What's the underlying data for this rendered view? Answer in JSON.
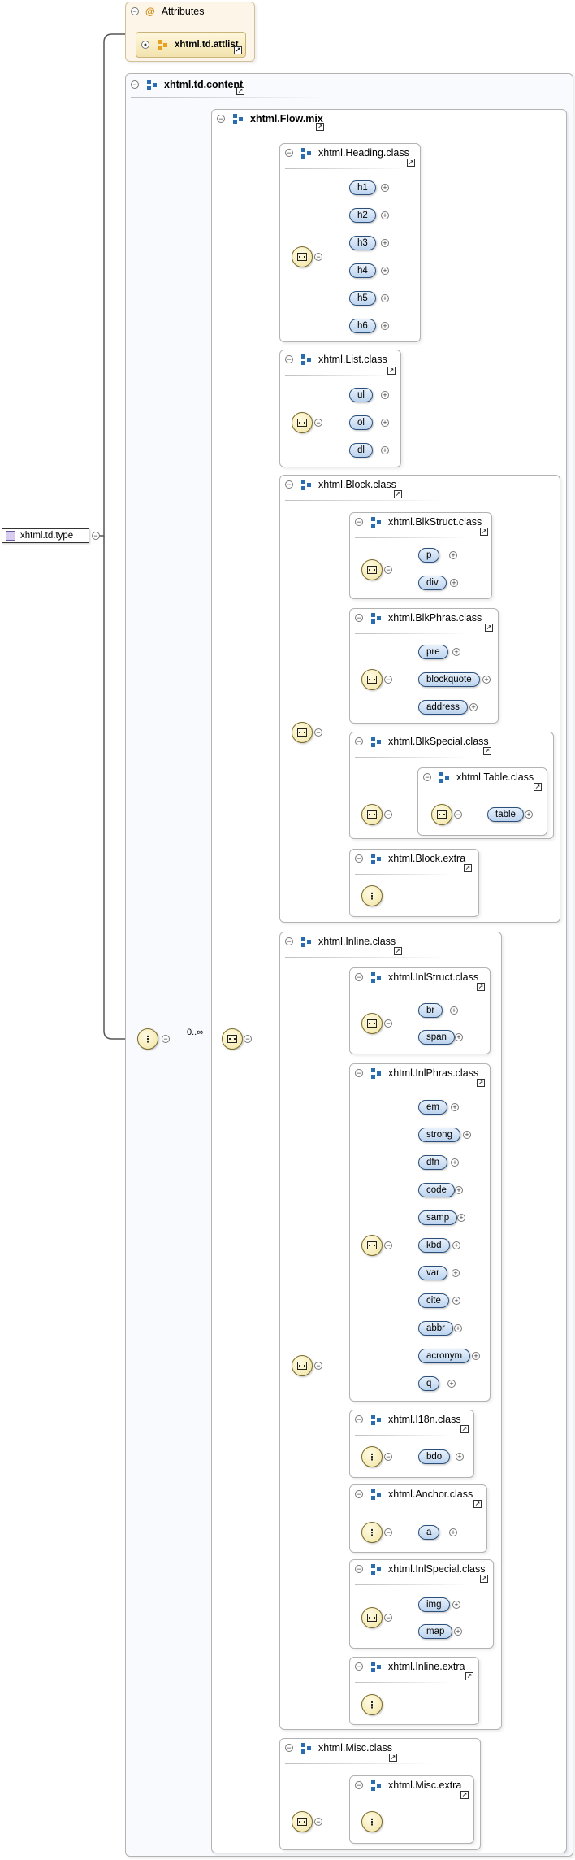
{
  "root": {
    "label": "xhtml.td.type"
  },
  "attributes": {
    "header": "Attributes",
    "attlist": "xhtml.td.attlist"
  },
  "content": {
    "label": "xhtml.td.content",
    "occurrence": "0..∞",
    "flow_mix": {
      "label": "xhtml.Flow.mix",
      "heading": {
        "label": "xhtml.Heading.class",
        "elements": [
          "h1",
          "h2",
          "h3",
          "h4",
          "h5",
          "h6"
        ]
      },
      "list": {
        "label": "xhtml.List.class",
        "elements": [
          "ul",
          "ol",
          "dl"
        ]
      },
      "block": {
        "label": "xhtml.Block.class",
        "blkstruct": {
          "label": "xhtml.BlkStruct.class",
          "elements": [
            "p",
            "div"
          ]
        },
        "blkphras": {
          "label": "xhtml.BlkPhras.class",
          "elements": [
            "pre",
            "blockquote",
            "address"
          ]
        },
        "blkspecial": {
          "label": "xhtml.BlkSpecial.class",
          "table_class": "xhtml.Table.class",
          "elements": [
            "table"
          ]
        },
        "extra": {
          "label": "xhtml.Block.extra"
        }
      },
      "inline": {
        "label": "xhtml.Inline.class",
        "inlstruct": {
          "label": "xhtml.InlStruct.class",
          "elements": [
            "br",
            "span"
          ]
        },
        "inlphras": {
          "label": "xhtml.InlPhras.class",
          "elements": [
            "em",
            "strong",
            "dfn",
            "code",
            "samp",
            "kbd",
            "var",
            "cite",
            "abbr",
            "acronym",
            "q"
          ]
        },
        "i18n": {
          "label": "xhtml.I18n.class",
          "elements": [
            "bdo"
          ]
        },
        "anchor": {
          "label": "xhtml.Anchor.class",
          "elements": [
            "a"
          ]
        },
        "inlspecial": {
          "label": "xhtml.InlSpecial.class",
          "elements": [
            "img",
            "map"
          ]
        },
        "extra": {
          "label": "xhtml.Inline.extra"
        }
      },
      "misc": {
        "label": "xhtml.Misc.class",
        "extra": {
          "label": "xhtml.Misc.extra"
        }
      }
    }
  }
}
